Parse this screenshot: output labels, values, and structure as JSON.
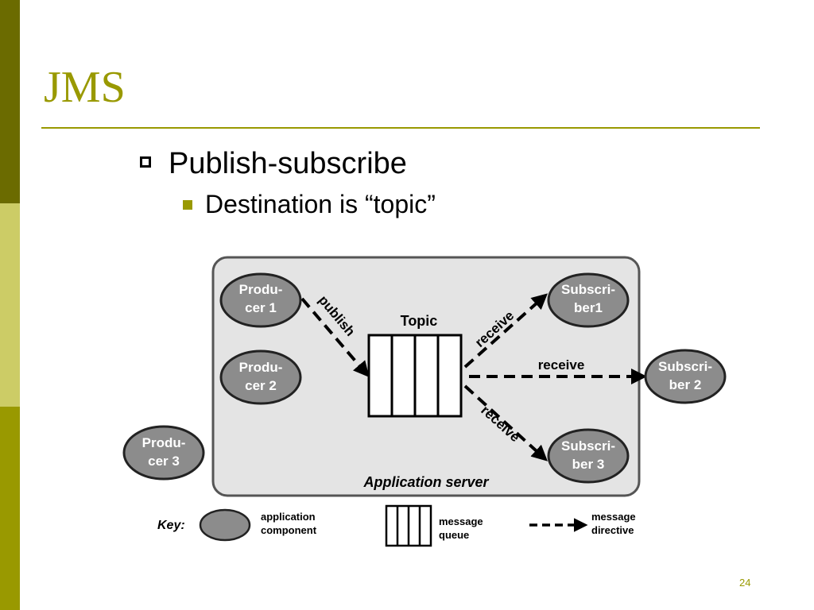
{
  "slide": {
    "title": "JMS",
    "bullet1": "Publish-subscribe",
    "bullet2": "Destination is “topic”",
    "page_number": "24"
  },
  "diagram": {
    "server_label": "Application server",
    "topic_label": "Topic",
    "producers": [
      {
        "line1": "Produ-",
        "line2": "cer 1"
      },
      {
        "line1": "Produ-",
        "line2": "cer 2"
      },
      {
        "line1": "Produ-",
        "line2": "cer 3"
      }
    ],
    "subscribers": [
      {
        "line1": "Subscri-",
        "line2": "ber1"
      },
      {
        "line1": "Subscri-",
        "line2": "ber 2"
      },
      {
        "line1": "Subscri-",
        "line2": "ber 3"
      }
    ],
    "arrow_labels": {
      "publish": "publish",
      "receive_top": "receive",
      "receive_mid": "receive",
      "receive_bottom": "receive"
    },
    "key": {
      "label": "Key:",
      "component_line1": "application",
      "component_line2": "component",
      "queue_line1": "message",
      "queue_line2": "queue",
      "directive_line1": "message",
      "directive_line2": "directive"
    },
    "colors": {
      "server_fill": "#e4e4e4",
      "node_fill": "#8c8c8c",
      "node_text": "#ffffff",
      "accent": "#999900"
    }
  }
}
